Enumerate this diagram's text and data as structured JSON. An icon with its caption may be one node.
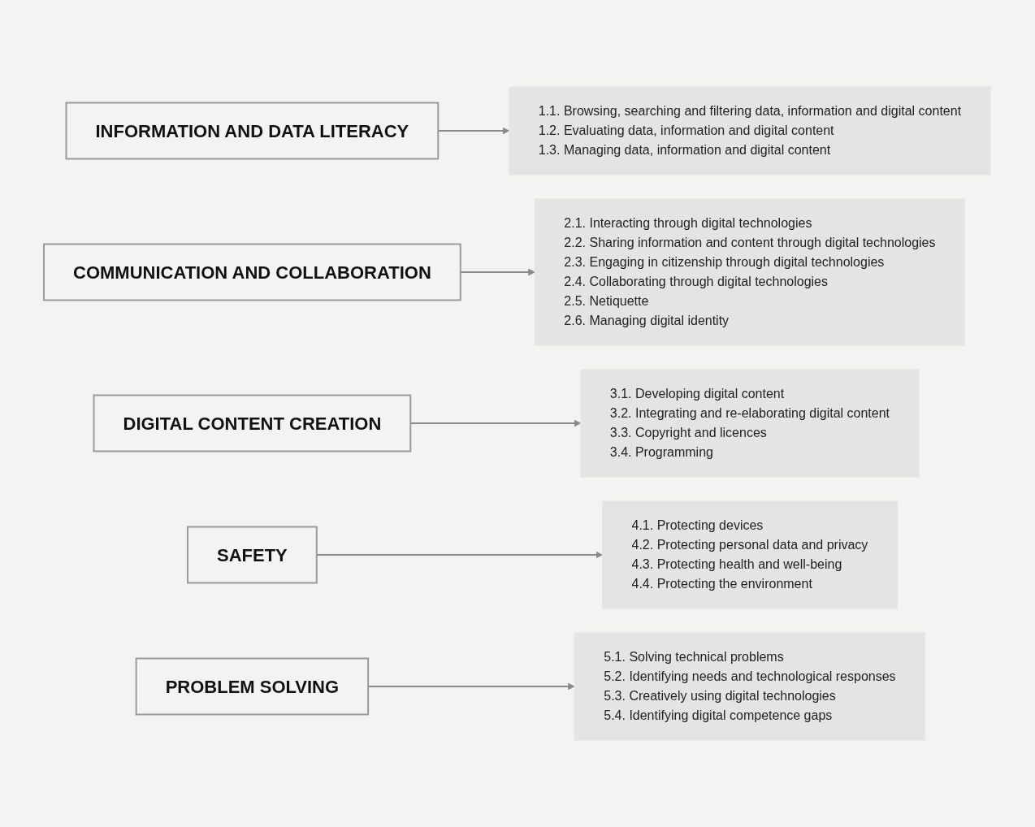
{
  "diagram": {
    "nodes": [
      {
        "text": [
          "INFORMATION AND DATA LITERACY"
        ]
      },
      {
        "text": [
          "1.1. Browsing, searching and filtering data, information and digital content",
          "1.2. Evaluating data, information and digital content",
          "1.3. Managing data, information and digital content"
        ]
      },
      {
        "text": [
          "COMMUNICATION AND COLLABORATION"
        ]
      },
      {
        "text": [
          "2.1. Interacting through digital technologies",
          "2.2. Sharing information and content through digital technologies",
          "2.3. Engaging in citizenship through digital technologies",
          "2.4. Collaborating through digital technologies",
          "2.5. Netiquette",
          "2.6. Managing digital identity"
        ]
      },
      {
        "text": [
          "DIGITAL CONTENT CREATION"
        ]
      },
      {
        "text": [
          "3.1. Developing digital content",
          "3.2. Integrating and re-elaborating digital content",
          "3.3. Copyright and licences",
          "3.4. Programming"
        ]
      },
      {
        "text": [
          "SAFETY"
        ]
      },
      {
        "text": [
          "4.1. Protecting devices",
          "4.2. Protecting personal data and privacy",
          "4.3. Protecting health and well-being",
          "4.4. Protecting the environment"
        ]
      },
      {
        "text": [
          "PROBLEM SOLVING"
        ]
      },
      {
        "text": [
          "5.1. Solving technical problems",
          "5.2. Identifying needs and technological responses",
          "5.3. Creatively using digital technologies",
          "5.4. Identifying digital competence gaps"
        ]
      }
    ],
    "edges": [
      {
        "from": 0,
        "to": 1,
        "arrow": "to"
      },
      {
        "from": 2,
        "to": 3,
        "arrow": "to"
      },
      {
        "from": 4,
        "to": 5,
        "arrow": "to"
      },
      {
        "from": 6,
        "to": 7,
        "arrow": "to"
      },
      {
        "from": 8,
        "to": 9,
        "arrow": "to"
      }
    ]
  }
}
